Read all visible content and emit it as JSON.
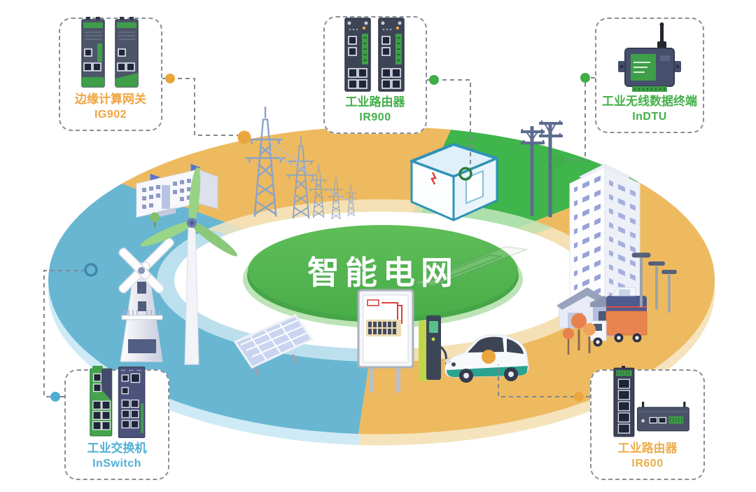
{
  "title": {
    "text": "智能电网"
  },
  "devices": [
    {
      "name": "边缘计算网关",
      "model": "IG902",
      "accent": "#f0a440"
    },
    {
      "name": "工业路由器",
      "model": "IR900",
      "accent": "#43af4a"
    },
    {
      "name": "工业无线数据终端",
      "model": "InDTU",
      "accent": "#43af4a"
    },
    {
      "name": "工业交换机",
      "model": "InSwitch",
      "accent": "#4fb0d6"
    },
    {
      "name": "工业路由器",
      "model": "IR600",
      "accent": "#ecae4d"
    }
  ],
  "ring": {
    "colors": {
      "blue": "#68b6d2",
      "orange": "#eeba5f",
      "green": "#3fb54b"
    },
    "center_ellipse_color": "#52b450"
  },
  "connectors": {
    "dot_colors": {
      "ig902": "#eaa63e",
      "ir900": "#3fae46",
      "indtu": "#3fae46",
      "inswitch": "#4fadd2",
      "ir600": "#eaa63e"
    },
    "line_style": "dashed-gray"
  },
  "scene_icons": [
    "transmission-towers-icon",
    "factory-building-icon",
    "windmill-icon",
    "wind-turbine-icon",
    "solar-panel-icon",
    "transformer-station-icon",
    "utility-poles-icon",
    "skyscraper-icon",
    "houses-icon",
    "trucks-icon",
    "street-lamps-icon",
    "autumn-trees-icon",
    "power-meter-cabinet-icon",
    "ev-charging-station-icon",
    "electric-car-icon"
  ]
}
